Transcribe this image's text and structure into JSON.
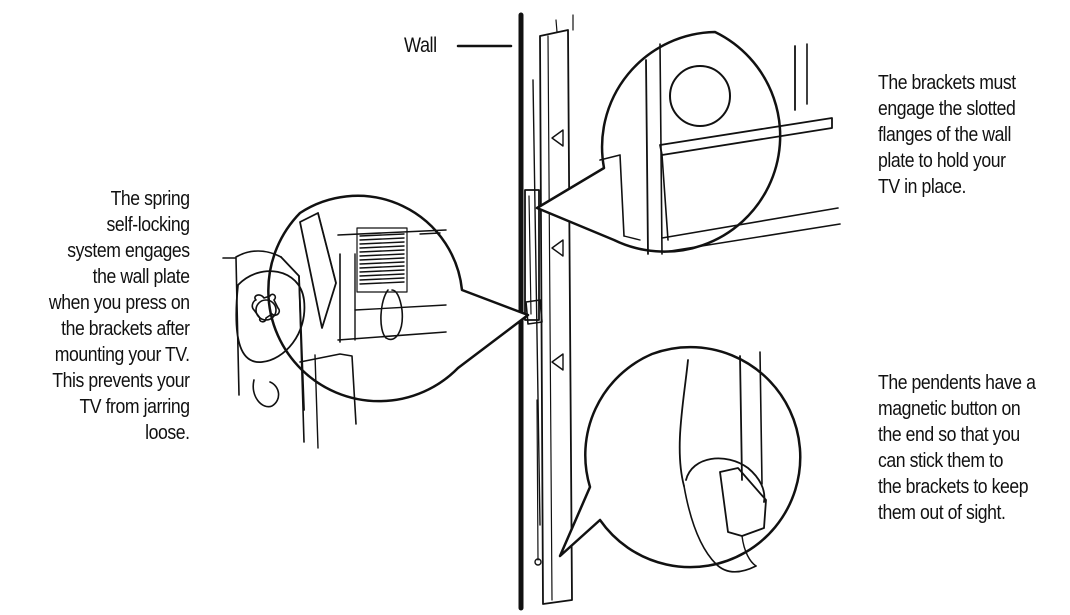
{
  "wall_label": "Wall",
  "callouts": {
    "left": [
      "The spring",
      "self-locking",
      "system engages",
      "the wall plate",
      "when you press on",
      "the brackets after",
      "mounting your TV.",
      "This prevents your",
      "TV from jarring",
      "loose."
    ],
    "top_right": [
      "The brackets must",
      "engage the slotted",
      "flanges of the wall",
      "plate to hold your",
      "TV in place."
    ],
    "bottom_right": [
      "The pendents have a",
      "magnetic button on",
      "the end so that you",
      "can stick them to",
      "the brackets to keep",
      "them out of sight."
    ]
  },
  "colors": {
    "ink": "#111111",
    "background": "#ffffff"
  }
}
